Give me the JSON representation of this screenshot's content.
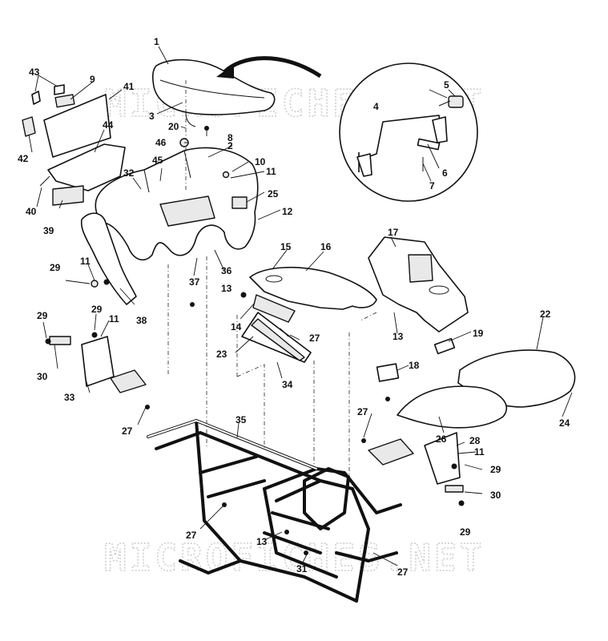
{
  "watermark": "MICROFICHES.NET",
  "callouts": [
    {
      "id": "c1",
      "text": "1"
    },
    {
      "id": "c2",
      "text": "2"
    },
    {
      "id": "c3",
      "text": "3"
    },
    {
      "id": "c4",
      "text": "4"
    },
    {
      "id": "c5",
      "text": "5"
    },
    {
      "id": "c6",
      "text": "6"
    },
    {
      "id": "c7",
      "text": "7"
    },
    {
      "id": "c8",
      "text": "8"
    },
    {
      "id": "c9",
      "text": "9"
    },
    {
      "id": "c10",
      "text": "10"
    },
    {
      "id": "c11a",
      "text": "11"
    },
    {
      "id": "c11b",
      "text": "11"
    },
    {
      "id": "c11c",
      "text": "11"
    },
    {
      "id": "c11d",
      "text": "11"
    },
    {
      "id": "c12",
      "text": "12"
    },
    {
      "id": "c13a",
      "text": "13"
    },
    {
      "id": "c13b",
      "text": "13"
    },
    {
      "id": "c13c",
      "text": "13"
    },
    {
      "id": "c14",
      "text": "14"
    },
    {
      "id": "c15",
      "text": "15"
    },
    {
      "id": "c16",
      "text": "16"
    },
    {
      "id": "c17",
      "text": "17"
    },
    {
      "id": "c18",
      "text": "18"
    },
    {
      "id": "c19",
      "text": "19"
    },
    {
      "id": "c20",
      "text": "20"
    },
    {
      "id": "c22",
      "text": "22"
    },
    {
      "id": "c23",
      "text": "23"
    },
    {
      "id": "c24",
      "text": "24"
    },
    {
      "id": "c25",
      "text": "25"
    },
    {
      "id": "c26",
      "text": "26"
    },
    {
      "id": "c27a",
      "text": "27"
    },
    {
      "id": "c27b",
      "text": "27"
    },
    {
      "id": "c27c",
      "text": "27"
    },
    {
      "id": "c27d",
      "text": "27"
    },
    {
      "id": "c27e",
      "text": "27"
    },
    {
      "id": "c28",
      "text": "28"
    },
    {
      "id": "c29a",
      "text": "29"
    },
    {
      "id": "c29b",
      "text": "29"
    },
    {
      "id": "c29c",
      "text": "29"
    },
    {
      "id": "c29d",
      "text": "29"
    },
    {
      "id": "c29e",
      "text": "29"
    },
    {
      "id": "c30a",
      "text": "30"
    },
    {
      "id": "c30b",
      "text": "30"
    },
    {
      "id": "c31",
      "text": "31"
    },
    {
      "id": "c32",
      "text": "32"
    },
    {
      "id": "c33",
      "text": "33"
    },
    {
      "id": "c34",
      "text": "34"
    },
    {
      "id": "c35",
      "text": "35"
    },
    {
      "id": "c36",
      "text": "36"
    },
    {
      "id": "c37",
      "text": "37"
    },
    {
      "id": "c38",
      "text": "38"
    },
    {
      "id": "c39",
      "text": "39"
    },
    {
      "id": "c40",
      "text": "40"
    },
    {
      "id": "c41",
      "text": "41"
    },
    {
      "id": "c42",
      "text": "42"
    },
    {
      "id": "c43",
      "text": "43"
    },
    {
      "id": "c44",
      "text": "44"
    },
    {
      "id": "c45",
      "text": "45"
    },
    {
      "id": "c46",
      "text": "46"
    }
  ]
}
